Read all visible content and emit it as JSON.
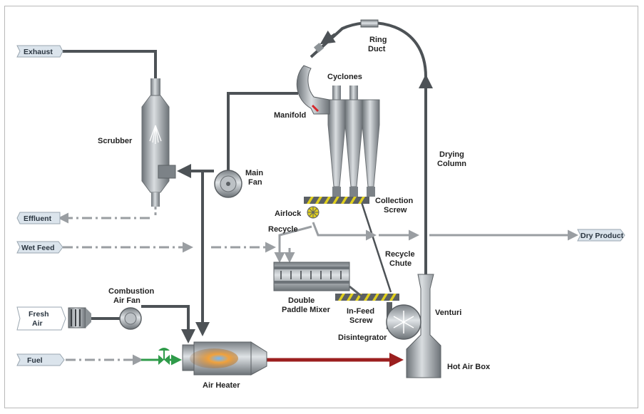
{
  "diagram": {
    "tags": {
      "exhaust": "Exhaust",
      "effluent": "Effluent",
      "wet_feed": "Wet Feed",
      "fresh_air": [
        "Fresh",
        "Air"
      ],
      "fuel": "Fuel",
      "dry_product": "Dry Product"
    },
    "labels": {
      "ring_duct": [
        "Ring",
        "Duct"
      ],
      "cyclones": "Cyclones",
      "manifold": "Manifold",
      "scrubber": "Scrubber",
      "main_fan": [
        "Main",
        "Fan"
      ],
      "drying_column": [
        "Drying",
        "Column"
      ],
      "collection_screw": [
        "Collection",
        "Screw"
      ],
      "airlock": "Airlock",
      "recycle": "Recycle",
      "recycle_chute": [
        "Recycle",
        "Chute"
      ],
      "double_paddle_mixer": [
        "Double",
        "Paddle Mixer"
      ],
      "in_feed_screw": [
        "In-Feed",
        "Screw"
      ],
      "venturi": "Venturi",
      "disintegrator": "Disintegrator",
      "combustion_air_fan": [
        "Combustion",
        "Air Fan"
      ],
      "air_heater": "Air Heater",
      "hot_air_box": "Hot Air Box"
    },
    "colors": {
      "pipe": "#4d5256",
      "equipment": "#9aa0a5",
      "tag_fill": "#dbe4ec",
      "hot_gas": "#9b1f1f",
      "screw_flight": "#e0cf1e",
      "valve": "#2f9b4a"
    }
  }
}
